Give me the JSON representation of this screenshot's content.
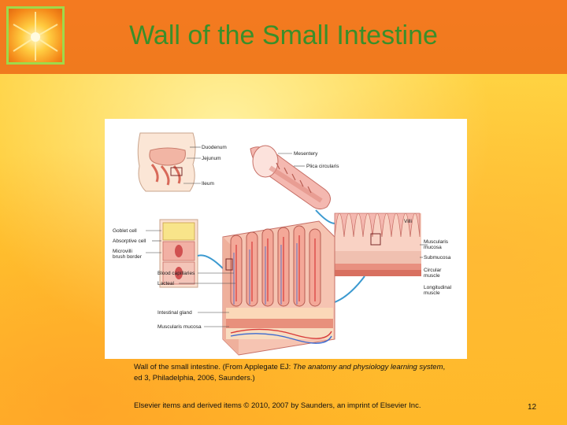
{
  "slide": {
    "title": "Wall of the Small Intestine",
    "caption_part1": "Wall of the small intestine. (From Applegate EJ: ",
    "caption_italic": "The anatomy and physiology learning system",
    "caption_part2": ", ed 3, Philadelphia, 2006, Saunders.)",
    "footer": "Elsevier items and derived items © 2010, 2007 by Saunders, an imprint of Elsevier Inc.",
    "page_number": "12"
  },
  "figure_labels": {
    "duodenum": "Duodenum",
    "jejunum": "Jejunum",
    "ileum": "Ileum",
    "mesentery": "Mesentery",
    "plica_circularis": "Plica circularis",
    "villi": "Villi",
    "goblet_cell": "Goblet cell",
    "absorptive_cell": "Absorptive cell",
    "microvilli_1": "Microvilli",
    "microvilli_2": "brush border",
    "blood_capillaries": "Blood capillaries",
    "lacteal": "Lacteal",
    "intestinal_gland": "Intestinal gland",
    "muscularis_mucosa": "Muscularis mucosa",
    "muscularis_mucosa_r1": "Muscularis",
    "muscularis_mucosa_r2": "mucosa",
    "submucosa": "Submucosa",
    "circular_1": "Circular",
    "circular_2": "muscle",
    "longitudinal_1": "Longitudinal",
    "longitudinal_2": "muscle"
  },
  "colors": {
    "header": "#f07a1e",
    "title": "#3a8f2a",
    "thumb_border": "#9fd94a"
  }
}
